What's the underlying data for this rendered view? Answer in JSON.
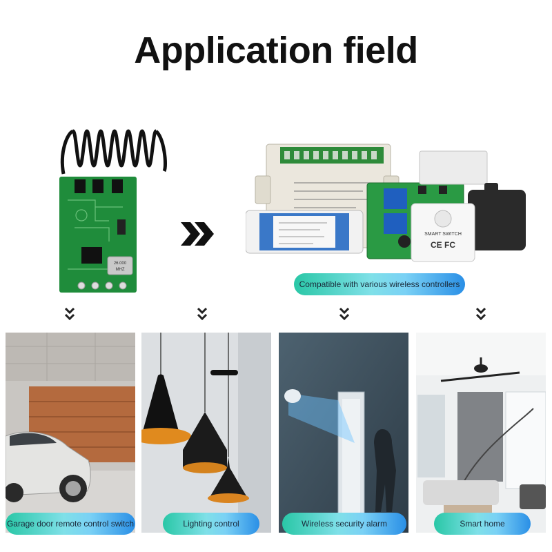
{
  "header": {
    "title": "Application field"
  },
  "compat": {
    "label": "Compatible with various wireless controllers"
  },
  "module": {
    "crystal_text": "26.000\nMHZ"
  },
  "applications": [
    {
      "label": "Garage door remote control switch",
      "icon": "garage-door"
    },
    {
      "label": "Lighting control",
      "icon": "pendant-lamp"
    },
    {
      "label": "Wireless security alarm",
      "icon": "security-camera"
    },
    {
      "label": "Smart home",
      "icon": "living-room"
    }
  ],
  "colors": {
    "pcb": "#1e8a3a",
    "accent_teal": "#29c7a6",
    "accent_blue": "#2a8fe6"
  }
}
